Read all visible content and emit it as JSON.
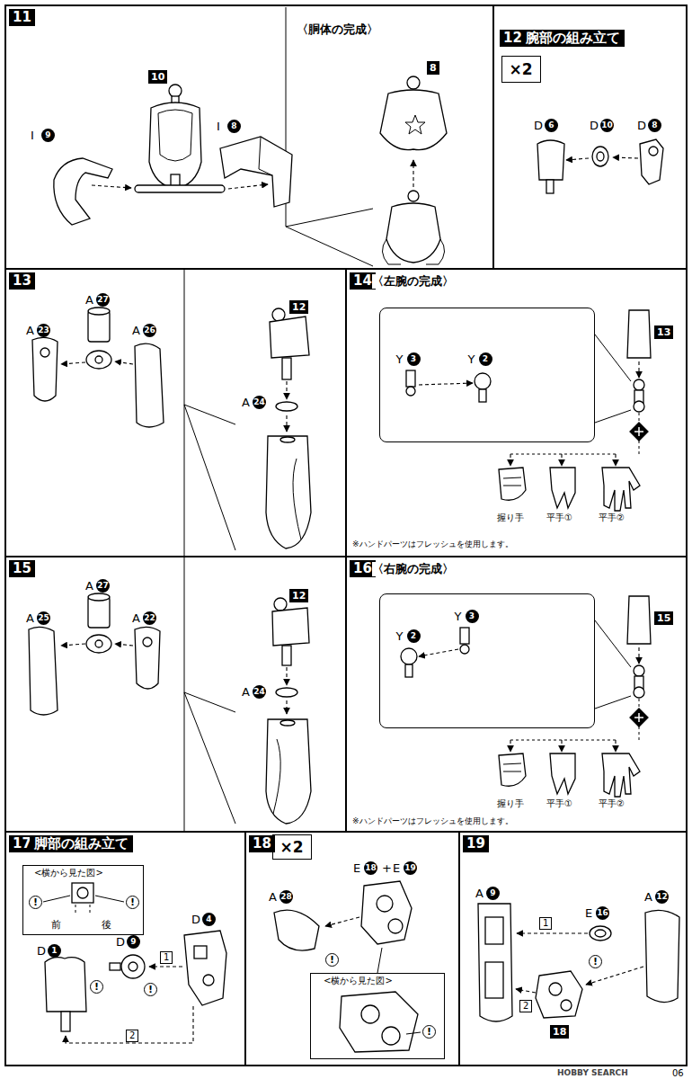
{
  "diagram": {
    "nodes": [
      {
        "text": [
          "11",
          "〈胴体の完成〉"
        ]
      },
      {
        "text": [
          "12",
          "腕部の組み立て"
        ]
      },
      {
        "text": [
          "×2"
        ],
        "in": 1
      },
      {
        "text": [
          "13"
        ]
      },
      {
        "text": [
          "14",
          "〈左腕の完成〉"
        ]
      },
      {
        "text": [
          "Y",
          "3",
          "Y",
          "2"
        ],
        "in": 4
      },
      {
        "text": [
          "15"
        ]
      },
      {
        "text": [
          "16",
          "〈右腕の完成〉"
        ]
      },
      {
        "text": [
          "Y",
          "3",
          "Y",
          "2"
        ],
        "in": 7
      },
      {
        "text": [
          "17",
          "脚部の組み立て"
        ]
      },
      {
        "text": [
          "<横から見た図>",
          "!",
          "!",
          "前",
          "後"
        ],
        "in": 9
      },
      {
        "text": [
          "18"
        ]
      },
      {
        "text": [
          "×2"
        ],
        "in": 11
      },
      {
        "text": [
          "<横から見た図>",
          "!"
        ],
        "in": 11
      },
      {
        "text": [
          "19"
        ]
      }
    ],
    "labels": [
      "10",
      "I",
      "9",
      "I",
      "8",
      "8",
      "D",
      "6",
      "D",
      "10",
      "D",
      "8",
      "A",
      "23",
      "A",
      "27",
      "A",
      "26",
      "12",
      "A",
      "24",
      "13",
      "握り手",
      "平手①",
      "平手②",
      "※ハンドパーツはフレッシュを使用します。",
      "A",
      "27",
      "A",
      "25",
      "A",
      "22",
      "12",
      "A",
      "24",
      "15",
      "握り手",
      "平手①",
      "平手②",
      "※ハンドパーツはフレッシュを使用します。",
      "D",
      "9",
      "D",
      "4",
      "D",
      "1",
      "1",
      "!",
      "!",
      "2",
      "E",
      "18",
      "+",
      "E",
      "19",
      "A",
      "28",
      "!",
      "A",
      "9",
      "E",
      "16",
      "A",
      "12",
      "1",
      "!",
      "2",
      "18",
      "HOBBY SEARCH",
      "06"
    ]
  }
}
